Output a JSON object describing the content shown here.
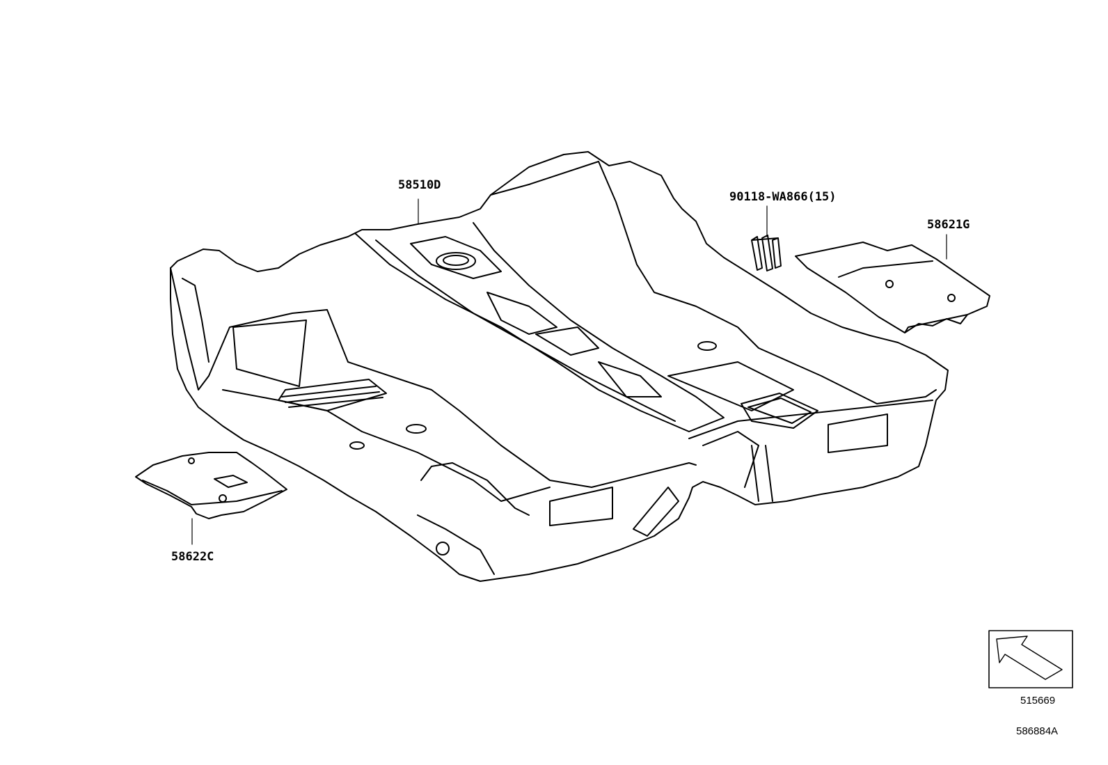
{
  "parts": [
    {
      "part_number": "58510D"
    },
    {
      "part_number": "90118-WA866(15)"
    },
    {
      "part_number": "58621G"
    },
    {
      "part_number": "58622C"
    }
  ],
  "view_reference": {
    "icon": "direction-arrow-icon",
    "code": "515669"
  },
  "drawing_id": "586884A",
  "colors": {
    "line": "#000000",
    "background": "#ffffff"
  }
}
